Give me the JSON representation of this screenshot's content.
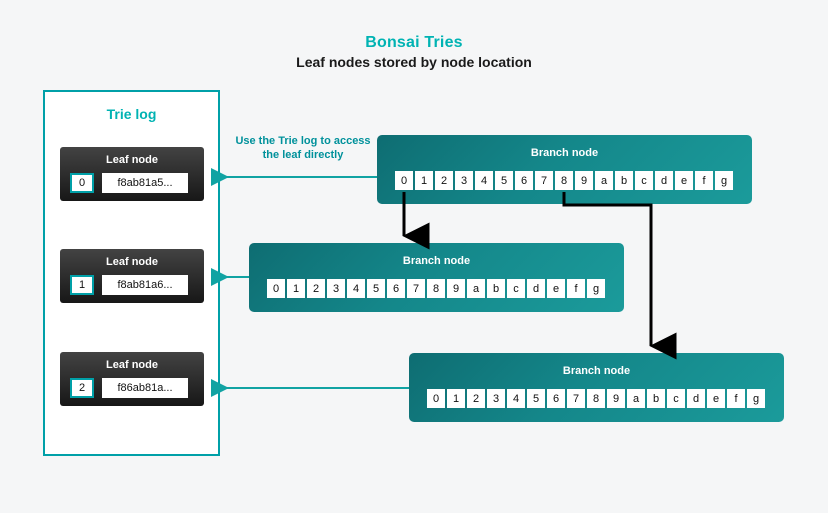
{
  "header": {
    "title": "Bonsai Tries",
    "subtitle": "Leaf nodes stored by node location"
  },
  "colors": {
    "background": "#f5f6f7",
    "teal_accent": "#00b3b3",
    "teal_border": "#00a0a8",
    "branch_dark": "#0e6d72",
    "branch_light": "#1b9b9b",
    "leaf_dark": "#171717",
    "arrow_black": "#000000"
  },
  "trie_log_panel": {
    "title": "Trie log",
    "leaf_nodes": [
      {
        "label": "Leaf node",
        "index": "0",
        "hash": "f8ab81a5..."
      },
      {
        "label": "Leaf node",
        "index": "1",
        "hash": "f8ab81a6..."
      },
      {
        "label": "Leaf node",
        "index": "2",
        "hash": "f86ab81a..."
      }
    ]
  },
  "annotation": {
    "text": "Use the Trie log to access the leaf directly"
  },
  "branch_nodes": [
    {
      "label": "Branch node",
      "cells": [
        "0",
        "1",
        "2",
        "3",
        "4",
        "5",
        "6",
        "7",
        "8",
        "9",
        "a",
        "b",
        "c",
        "d",
        "e",
        "f",
        "g"
      ]
    },
    {
      "label": "Branch node",
      "cells": [
        "0",
        "1",
        "2",
        "3",
        "4",
        "5",
        "6",
        "7",
        "8",
        "9",
        "a",
        "b",
        "c",
        "d",
        "e",
        "f",
        "g"
      ]
    },
    {
      "label": "Branch node",
      "cells": [
        "0",
        "1",
        "2",
        "3",
        "4",
        "5",
        "6",
        "7",
        "8",
        "9",
        "a",
        "b",
        "c",
        "d",
        "e",
        "f",
        "g"
      ]
    }
  ]
}
